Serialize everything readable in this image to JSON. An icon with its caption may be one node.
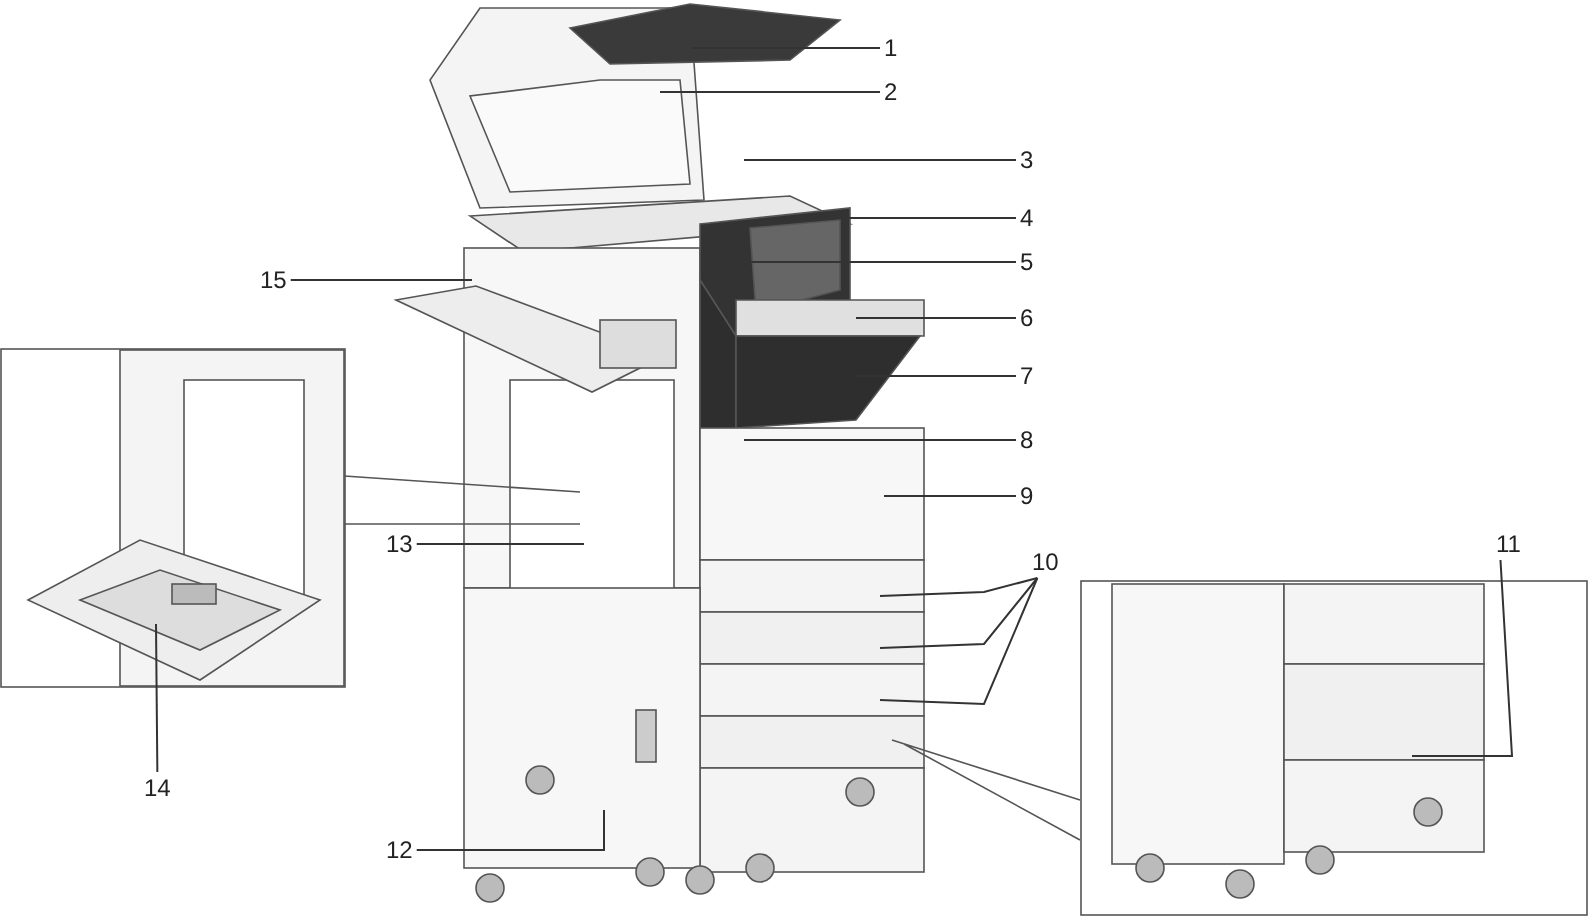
{
  "diagram": {
    "nodes": [
      {
        "text": [
          "1"
        ]
      },
      {
        "text": [
          "2"
        ]
      },
      {
        "text": [
          "3"
        ]
      },
      {
        "text": [
          "4"
        ]
      },
      {
        "text": [
          "5"
        ]
      },
      {
        "text": [
          "6"
        ]
      },
      {
        "text": [
          "7"
        ]
      },
      {
        "text": [
          "8"
        ]
      },
      {
        "text": [
          "9"
        ]
      },
      {
        "text": [
          "10"
        ]
      },
      {
        "text": [
          "11"
        ]
      },
      {
        "text": [
          "12"
        ]
      },
      {
        "text": [
          "13"
        ]
      },
      {
        "text": [
          "14"
        ]
      },
      {
        "text": [
          "15"
        ]
      }
    ],
    "edges": [
      {
        "from": 0,
        "to": null,
        "arrow": "none"
      },
      {
        "from": 1,
        "to": null,
        "arrow": "none"
      },
      {
        "from": 2,
        "to": null,
        "arrow": "none"
      },
      {
        "from": 3,
        "to": null,
        "arrow": "none"
      },
      {
        "from": 4,
        "to": null,
        "arrow": "none"
      },
      {
        "from": 5,
        "to": null,
        "arrow": "none"
      },
      {
        "from": 6,
        "to": null,
        "arrow": "none"
      },
      {
        "from": 7,
        "to": null,
        "arrow": "none"
      },
      {
        "from": 8,
        "to": null,
        "arrow": "none"
      },
      {
        "from": 9,
        "to": null,
        "arrow": "none"
      },
      {
        "from": 9,
        "to": null,
        "arrow": "none"
      },
      {
        "from": 9,
        "to": null,
        "arrow": "none"
      },
      {
        "from": 10,
        "to": null,
        "arrow": "none"
      },
      {
        "from": 11,
        "to": null,
        "arrow": "none"
      },
      {
        "from": 12,
        "to": null,
        "arrow": "none"
      },
      {
        "from": 13,
        "to": null,
        "arrow": "none"
      },
      {
        "from": 14,
        "to": null,
        "arrow": "none"
      }
    ]
  }
}
